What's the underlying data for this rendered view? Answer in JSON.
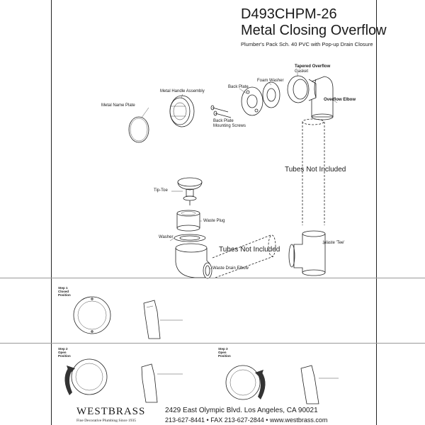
{
  "header": {
    "model_code": "D493CHPM-26",
    "product_name": "Metal Closing Overflow",
    "subtitle": "Plumber's Pack Sch. 40 PVC with Pop-up Drain Closure"
  },
  "parts": {
    "metal_name_plate": "Metal Name Plate",
    "metal_handle_assembly": "Metal Handle Assembly",
    "back_plate": "Back Plate",
    "foam_washer": "Foam Washer",
    "tapered_overflow": "Tapered Overflow",
    "gasket": "Gasket",
    "overflow_elbow": "Overflow Elbow",
    "back_plate_mounting_screws_1": "Back Plate",
    "back_plate_mounting_screws_2": "Mounting Screws",
    "tubes_not_included_1": "Tubes Not Included",
    "tip_toe": "Tip-Toe",
    "waste_plug": "Waste Plug",
    "washer": "Washer",
    "tubes_not_included_2": "Tubes Not Included",
    "waste_tee": "Waste 'Tee'",
    "waste_drain_elbow": "Waste Drain Elbow"
  },
  "steps": {
    "step1": "Step 1\nClosed\nPosition",
    "step2": "Step 2\nOpen\nPosition",
    "step3": "Step 3\nOpen\nPosition"
  },
  "footer": {
    "brand": "WESTBRASS",
    "tagline": "Fine Decorative Plumbing Since 1935",
    "address": "2429 East Olympic Blvd. Los Angeles, CA  90021",
    "contact": "213-627-8441 • FAX 213-627-2844 • www.westbrass.com"
  }
}
